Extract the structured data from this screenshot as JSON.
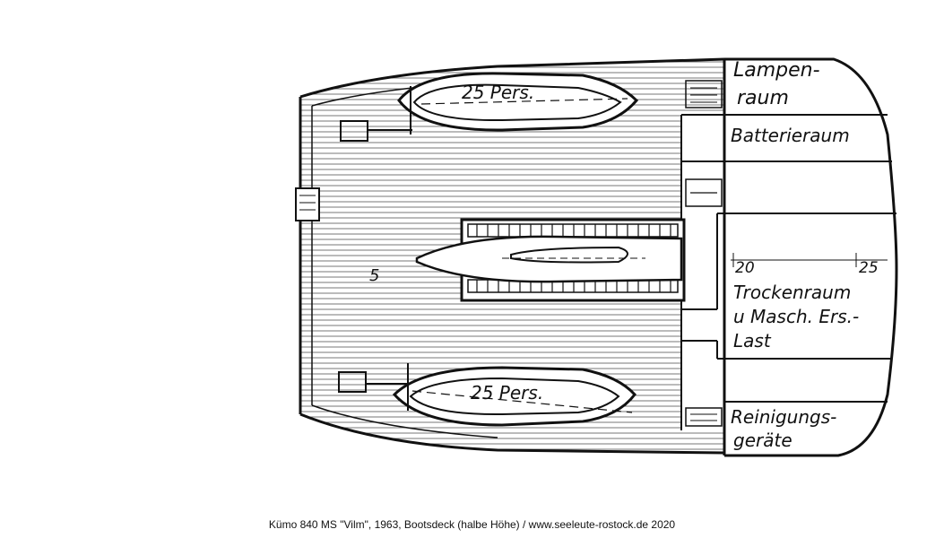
{
  "diagram": {
    "rooms": {
      "lampenraum_line1": "Lampen-",
      "lampenraum_line2": "raum",
      "batterieraum": "Batterieraum",
      "trockenraum_line1": "Trockenraum",
      "trockenraum_line2": "u Masch. Ers.-",
      "trockenraum_line3": "Last",
      "reinigung_line1": "Reinigungs-",
      "reinigung_line2": "geräte"
    },
    "boats": {
      "top_label": "25 Pers.",
      "bottom_label": "25 Pers."
    },
    "frames": {
      "frame_20": "20",
      "frame_25": "25",
      "deck_mark": "5"
    }
  },
  "caption": "Kümo 840 MS \"Vilm\", 1963, Bootsdeck (halbe Höhe) / www.seeleute-rostock.de 2020"
}
